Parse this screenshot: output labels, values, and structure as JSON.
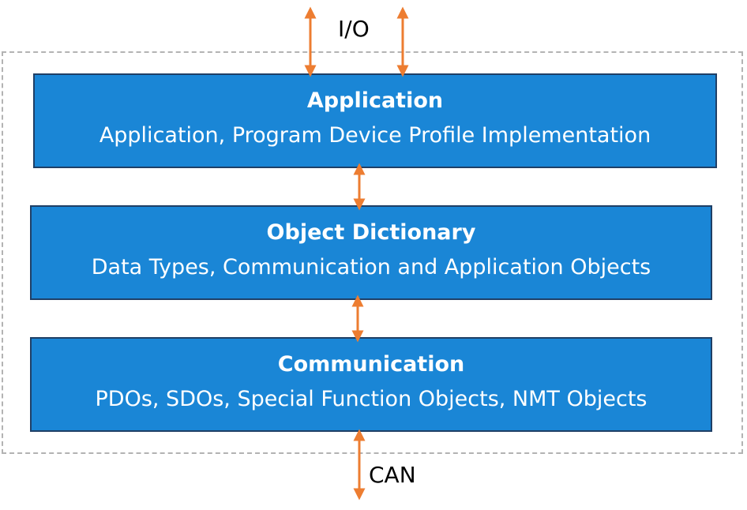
{
  "io_label": "I/O",
  "can_label": "CAN",
  "layers": [
    {
      "title": "Application",
      "description": "Application, Program Device Profile Implementation"
    },
    {
      "title": "Object Dictionary",
      "description": "Data Types, Communication and Application Objects"
    },
    {
      "title": "Communication",
      "description": "PDOs, SDOs, Special Function Objects, NMT Objects"
    }
  ],
  "colors": {
    "layer_fill": "#1a86d6",
    "layer_border": "#1f3f66",
    "arrow": "#ed7d31",
    "boundary": "#b3b3b3"
  }
}
